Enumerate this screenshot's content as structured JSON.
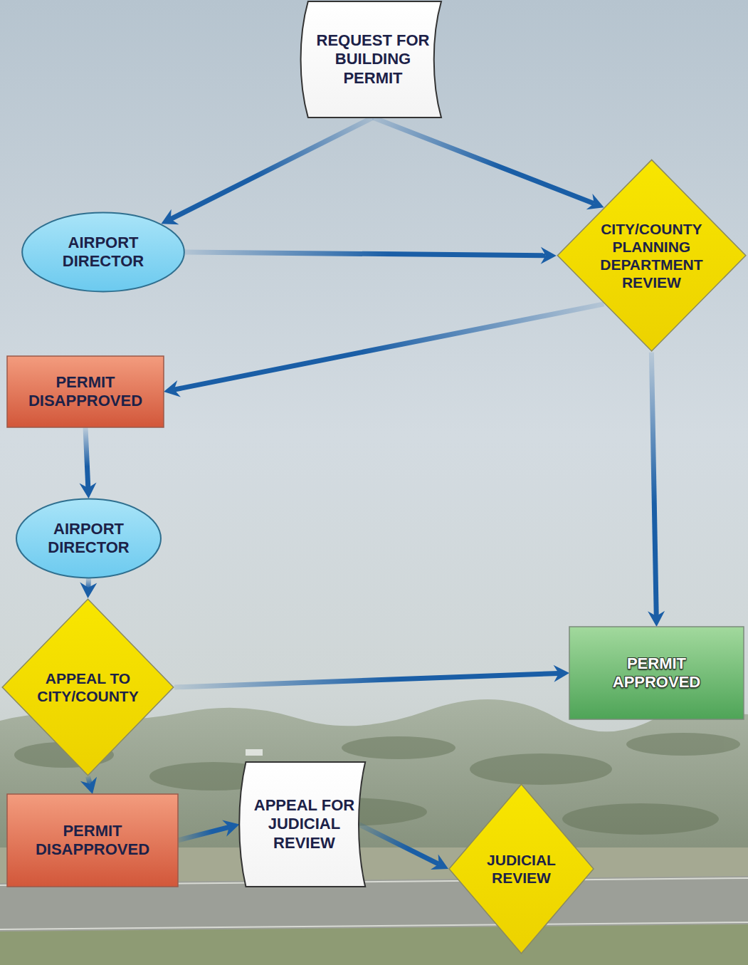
{
  "diagram": {
    "nodes": [
      {
        "text": [
          "REQUEST FOR BUILDING PERMIT"
        ]
      },
      {
        "text": [
          "AIRPORT DIRECTOR"
        ]
      },
      {
        "text": [
          "CITY/COUNTY PLANNING DEPARTMENT REVIEW"
        ]
      },
      {
        "text": [
          "PERMIT DISAPPROVED"
        ]
      },
      {
        "text": [
          "AIRPORT DIRECTOR"
        ]
      },
      {
        "text": [
          "APPEAL TO CITY/COUNTY"
        ]
      },
      {
        "text": [
          "PERMIT APPROVED"
        ]
      },
      {
        "text": [
          "PERMIT DISAPPROVED"
        ]
      },
      {
        "text": [
          "APPEAL FOR JUDICIAL REVIEW"
        ]
      },
      {
        "text": [
          "JUDICIAL REVIEW"
        ]
      }
    ],
    "edges": [
      {
        "from": 0,
        "to": 1,
        "arrow": "to"
      },
      {
        "from": 0,
        "to": 2,
        "arrow": "to"
      },
      {
        "from": 1,
        "to": 2,
        "arrow": "to"
      },
      {
        "from": 2,
        "to": 3,
        "arrow": "to"
      },
      {
        "from": 2,
        "to": 6,
        "arrow": "to"
      },
      {
        "from": 3,
        "to": 4,
        "arrow": "to"
      },
      {
        "from": 4,
        "to": 5,
        "arrow": "to"
      },
      {
        "from": 5,
        "to": 6,
        "arrow": "to"
      },
      {
        "from": 5,
        "to": 7,
        "arrow": "to"
      },
      {
        "from": 7,
        "to": 8,
        "arrow": "to"
      },
      {
        "from": 8,
        "to": 9,
        "arrow": "to"
      }
    ]
  }
}
